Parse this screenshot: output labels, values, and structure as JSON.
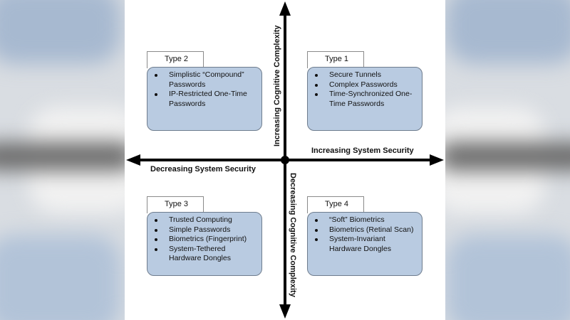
{
  "colors": {
    "box_fill": "#b9cbe1",
    "box_border": "#6f7d8e",
    "axis": "#000000",
    "background": "#ffffff"
  },
  "axes": {
    "right_label": "Increasing System Security",
    "left_label": "Decreasing System Security",
    "up_label": "Increasing Cognitive Complexity",
    "down_label": "Decreasing Cognitive Complexity"
  },
  "quadrants": {
    "type2": {
      "title": "Type 2",
      "items": [
        "Simplistic “Compound” Passwords",
        "IP-Restricted One-Time Passwords"
      ]
    },
    "type1": {
      "title": "Type 1",
      "items": [
        "Secure Tunnels",
        "Complex Passwords",
        "Time-Synchronized One-Time Passwords"
      ]
    },
    "type3": {
      "title": "Type 3",
      "items": [
        "Trusted Computing",
        "Simple Passwords",
        "Biometrics (Fingerprint)",
        "System-Tethered Hardware Dongles"
      ]
    },
    "type4": {
      "title": "Type 4",
      "items": [
        "“Soft” Biometrics",
        "Biometrics (Retinal Scan)",
        "System-Invariant Hardware Dongles"
      ]
    }
  }
}
